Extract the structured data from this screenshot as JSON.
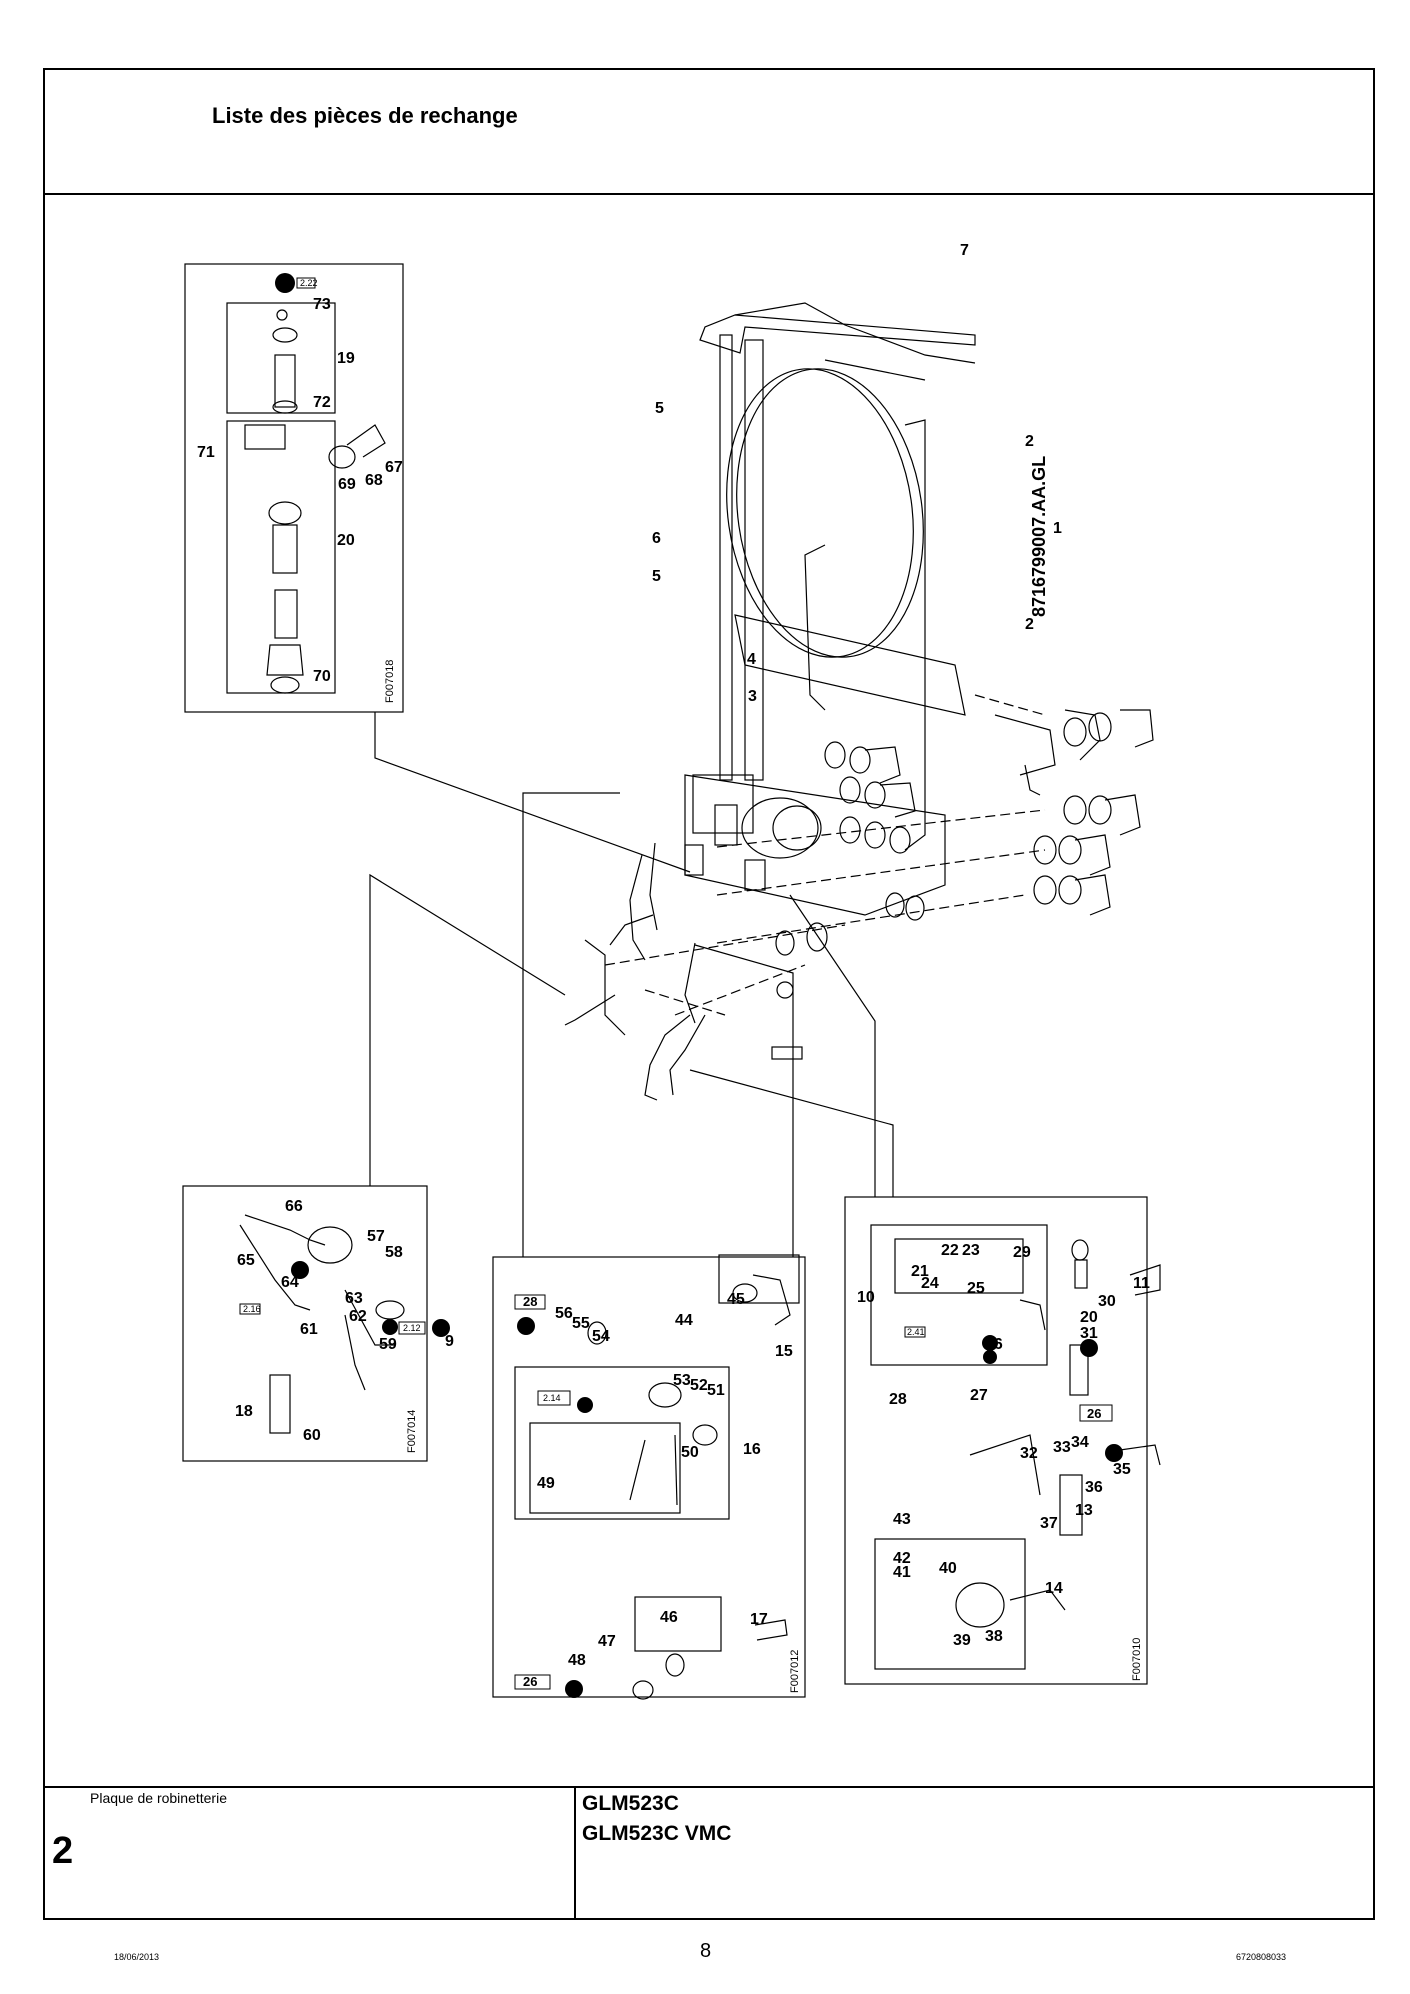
{
  "header": {
    "title": "Liste des pièces de rechange"
  },
  "footer": {
    "description": "Plaque de robinetterie",
    "section_number": "2",
    "models": [
      "GLM523C",
      "GLM523C VMC"
    ]
  },
  "bottom": {
    "date": "18/06/2013",
    "page": "8",
    "doc_ref": "6720808033"
  },
  "diagram": {
    "drawing_ref": "8716799007.AA.GL",
    "figure_codes": [
      "F007018",
      "F007014",
      "F007012",
      "F007010"
    ],
    "reference_tags": [
      "2.22",
      "2.16",
      "2.12",
      "2.14",
      "2.41",
      "28",
      "26"
    ],
    "part_numbers": [
      "1",
      "2",
      "3",
      "4",
      "5",
      "6",
      "7",
      "9",
      "10",
      "11",
      "13",
      "14",
      "15",
      "16",
      "17",
      "18",
      "19",
      "20",
      "21",
      "22",
      "23",
      "24",
      "25",
      "26",
      "27",
      "28",
      "29",
      "30",
      "31",
      "32",
      "33",
      "34",
      "35",
      "36",
      "37",
      "38",
      "39",
      "40",
      "41",
      "42",
      "43",
      "44",
      "45",
      "46",
      "47",
      "48",
      "49",
      "50",
      "51",
      "52",
      "53",
      "54",
      "55",
      "56",
      "57",
      "58",
      "59",
      "60",
      "61",
      "62",
      "63",
      "64",
      "65",
      "66",
      "67",
      "68",
      "69",
      "70",
      "71",
      "72",
      "73"
    ]
  }
}
